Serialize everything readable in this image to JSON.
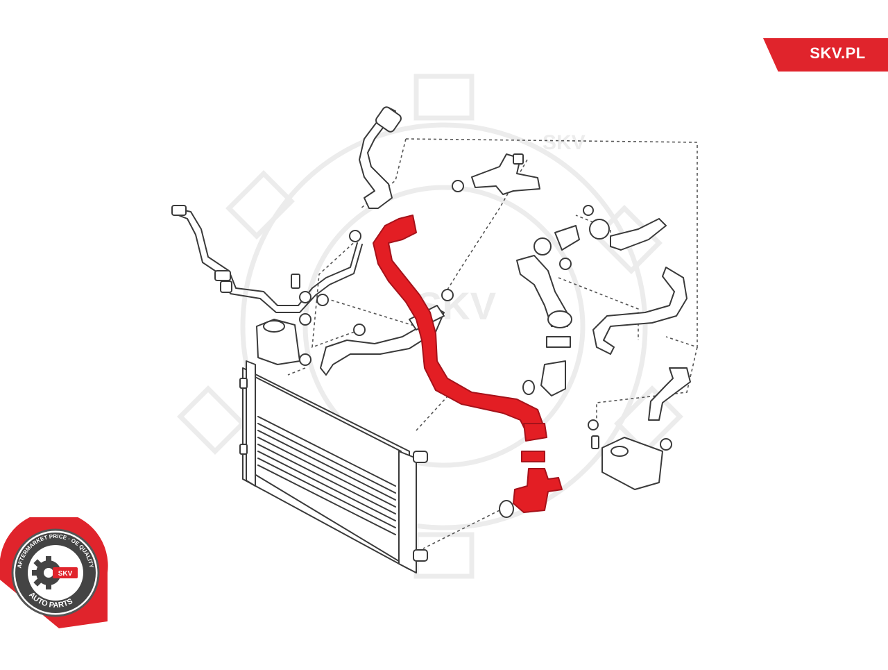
{
  "brand": {
    "site_label": "SKV.PL",
    "accent_color": "#e0242c"
  },
  "watermark": {
    "text": "SKV"
  },
  "badge": {
    "ring_text_top": "AFTERMARKET PRICE · OE QUALITY",
    "ring_text_bottom": "AUTO PARTS",
    "center_text": "SKV",
    "ring_color": "#e0242c"
  },
  "diagram": {
    "highlighted_part": "radiator-hose",
    "highlight_color": "#e31e24"
  }
}
